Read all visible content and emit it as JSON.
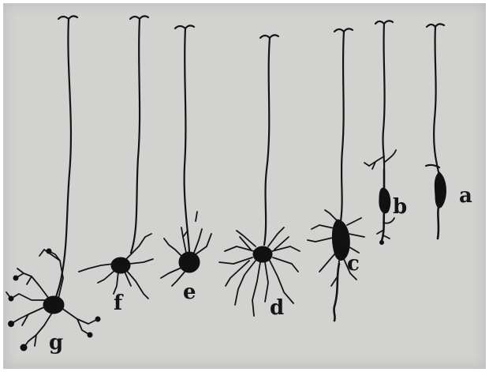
{
  "figure": {
    "labels": {
      "a": "a",
      "b": "b",
      "c": "c",
      "d": "d",
      "e": "e",
      "f": "f",
      "g": "g"
    }
  }
}
